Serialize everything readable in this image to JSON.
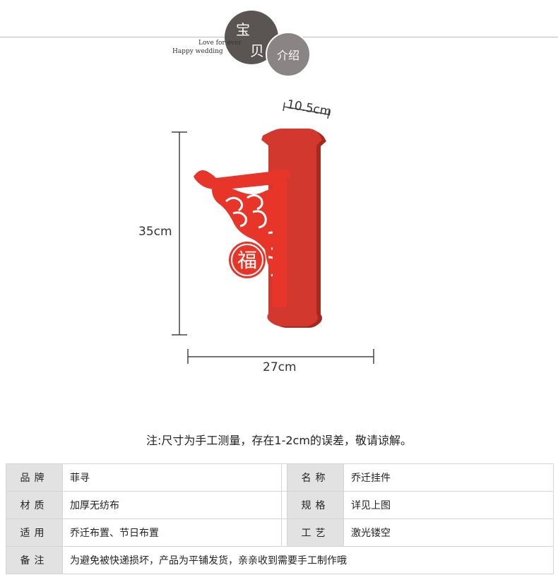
{
  "header": {
    "badge_chars": [
      "宝",
      "贝"
    ],
    "badge_sub": "介绍",
    "slogan_line1": "Love for ever",
    "slogan_line2": "Happy wedding"
  },
  "product": {
    "fu_char": "福",
    "colors": {
      "board": "#d3382e",
      "shelf": "#e8352a",
      "shadow": "#a8271f"
    }
  },
  "dimensions": {
    "width": "27cm",
    "height": "35cm",
    "depth": "10.5cm"
  },
  "note": "注:尺寸为手工测量，存在1-2cm的误差，敬请谅解。",
  "specs": {
    "brand_label": "品牌",
    "brand_value": "菲寻",
    "name_label": "名称",
    "name_value": "乔迁挂件",
    "material_label": "材质",
    "material_value": "加厚无纺布",
    "size_label": "规格",
    "size_value": "详见上图",
    "use_label": "适用",
    "use_value": "乔迁布置、节日布置",
    "craft_label": "工艺",
    "craft_value": "激光镂空",
    "remark_label": "备注",
    "remark_value": "为避免被快递损坏，产品为平铺发货，亲亲收到需要手工制作哦"
  }
}
